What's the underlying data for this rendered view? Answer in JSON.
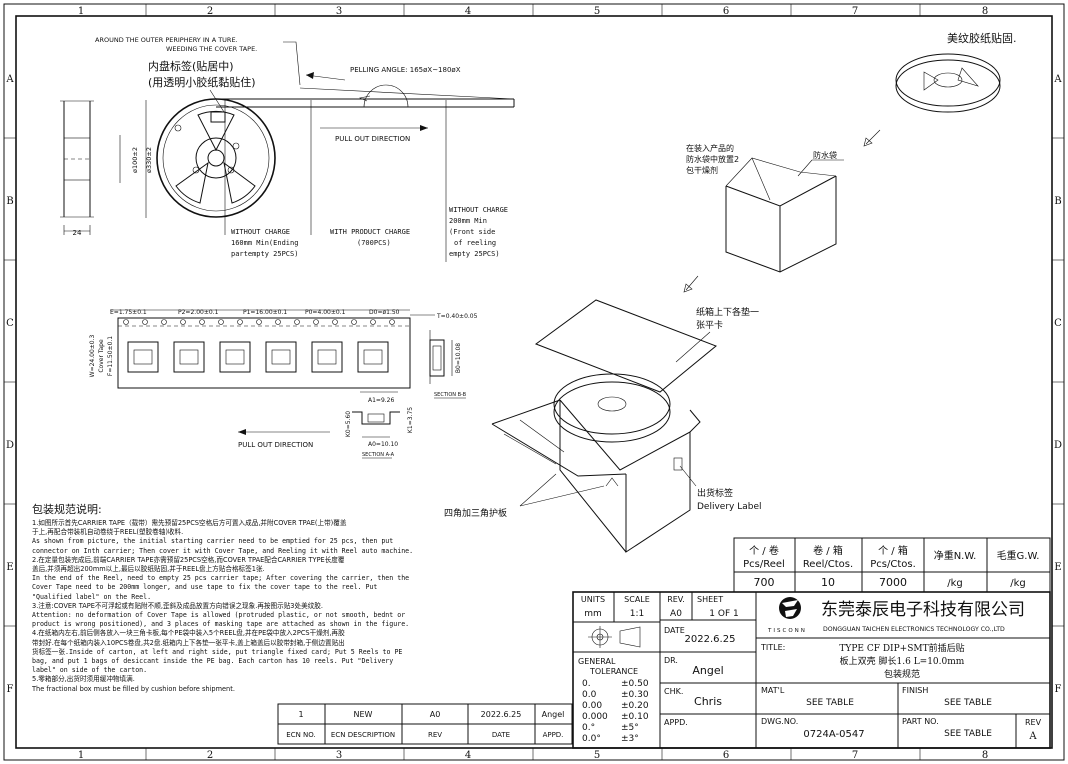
{
  "border": {
    "columns": [
      "1",
      "2",
      "3",
      "4",
      "5",
      "6",
      "7",
      "8"
    ],
    "rows": [
      "A",
      "B",
      "C",
      "D",
      "E",
      "F"
    ]
  },
  "reel_view": {
    "note_around": "AROUND  THE  OUTER  PERIPHERY  IN  A  TURE.",
    "note_weeding": "WEEDING  THE  COVER  TAPE.",
    "label_cn_1": "内盘标签(贴居中)",
    "label_cn_2": "(用透明小胶纸黏贴住)",
    "dim_100": "ø100±2",
    "dim_330": "ø330±2",
    "dim_24": "24",
    "pelling_angle": "PELLING ANGLE: 165øX~180øX",
    "pull_out": "PULL OUT DIRECTION",
    "seg1_title": "WITHOUT CHARGE",
    "seg1_l2": "160mm Min(Ending",
    "seg1_l3": "partempty 25PCS)",
    "seg2_title": "WITH PRODUCT CHARGE",
    "seg2_l2": "(700PCS)",
    "seg3_title": "WITHOUT CHARGE",
    "seg3_l2": "200mm Min",
    "seg3_l3": "(Front side",
    "seg3_l4": "of reeling",
    "seg3_l5": "empty 25PCS)"
  },
  "tape_view": {
    "e": "E=1.75±0.1",
    "p2": "P2=2.00±0.1",
    "p1": "P1=16.00±0.1",
    "p0": "P0=4.00±0.1",
    "d0": "D0=ø1.50",
    "t": "T=0.40±0.05",
    "w": "W=24.00±0.3",
    "cover_tape": "Cover Tape",
    "f": "F=11.50±0.1",
    "b0": "B0=10.08",
    "a1": "A1=9.26",
    "section_bb": "SECTION  B-B",
    "k0": "K0=5.60",
    "k1": "K1=3.75",
    "a0": "A0=10.10",
    "section_aa": "SECTION  A-A",
    "pull_out": "PULL  OUT  DIRECTION"
  },
  "packing_view": {
    "beautify_tape": "美纹胶纸贴固.",
    "desiccant_1": "在装入产品的",
    "desiccant_2": "防水袋中放置2",
    "desiccant_3": "包干燥剂",
    "waterproof_bag": "防水袋",
    "cardboard_1": "纸箱上下各垫一",
    "cardboard_2": "张平卡",
    "corner_guard": "四角加三角护板",
    "ship_label_cn": "出货标签",
    "ship_label_en": "Delivery Label"
  },
  "notes": {
    "title": "包装规范说明:",
    "lines": [
      "1.如图所示首先CARRIER TAPE（载带）需先预留25PCS空格后方可置入成品,并附COVER TPAE(上带)覆盖",
      "于上,再配合带装机自动卷绕于REEL(塑胶卷轴)收料.",
      "As shown from picture, the initial starting carrier need to be emptied for 25 pcs, then put",
      "connector on Inth carrier; Then cover it with Cover Tape, and Reeling it with Reel auto machine.",
      "2.在定量包装完成后,前端CARRIER TAPE亦需预留25PCS空格,而COVER TPAE配合CARRIER TYPE长度覆",
      "盖后,并须再超出200mm以上,最后以胶纸贴固,并于REEL盘上方贴合格标签1张.",
      "In the end of the Reel, need to empty 25 pcs carrier tape; After covering the carrier, then the",
      "Cover Tape need to be 200mm longer, and use tape to fix the cover tape to the reel. Put",
      "\"Qualified label\" on the Reel.",
      "3.注意:COVER TAPE不可浮起或有贴附不顺,歪斜及成品放置方向错误之现象.再按图示贴3处美纹胶.",
      "Attention: no deformation of Cover Tape is allowed (protruded plastic, or not smooth, bednt or",
      "product is wrong positioned), and 3 places of masking tape are attached as shown in the figure.",
      "4.在纸箱内左右,前后侧各放入一块三角卡板,每个PE袋中装入5个REEL盘,并在PE袋中放入2PCS干燥剂,再胶",
      "带封好.在每个纸箱内装入10PCS卷盘,共2盘.纸箱内上下各垫一张平卡,盖上箱盖后以胶带封箱,于侧边置贴出",
      "货标签一张.Inside of carton, at left and right side, put triangle fixed card; Put 5 Reels to PE",
      "bag, and put 1 bags of desiccant inside the PE bag. Each carton has 10 reels. Put \"Delivery",
      "label\" on side of the carton.",
      "5.零箱部分,出货时须用缓冲物填满.",
      "The fractional box must be filled by cushion before shipment."
    ]
  },
  "packing_table": {
    "headers": [
      {
        "cn": "个 / 卷",
        "en": "Pcs/Reel"
      },
      {
        "cn": "卷 / 箱",
        "en": "Reel/Ctos."
      },
      {
        "cn": "个 / 箱",
        "en": "Pcs/Ctos."
      },
      {
        "cn": "净重N.W.",
        "en": ""
      },
      {
        "cn": "毛重G.W.",
        "en": ""
      }
    ],
    "values": [
      "700",
      "10",
      "7000",
      "/kg",
      "/kg"
    ]
  },
  "revision": {
    "ecn_no": "1",
    "description": "NEW",
    "rev": "A0",
    "date": "2022.6.25",
    "approved": "Angel",
    "h_ecn": "ECN  NO.",
    "h_desc": "ECN  DESCRIPTION",
    "h_rev": "REV",
    "h_date": "DATE",
    "h_appd": "APPD."
  },
  "title_block": {
    "units_label": "UNITS",
    "units": "mm",
    "scale_label": "SCALE",
    "scale": "1:1",
    "rev_label": "REV.",
    "rev": "A0",
    "sheet_label": "SHEET",
    "sheet": "1 OF 1",
    "date_label": "DATE",
    "date": "2022.6.25",
    "dr_label": "DR.",
    "drawn_by": "Angel",
    "chk_label": "CHK.",
    "checked_by": "Chris",
    "appd_label": "APPD.",
    "tol_label_1": "GENERAL",
    "tol_label_2": "TOLERANCE",
    "tolerances": [
      {
        "fmt": "0.",
        "val": "±0.50"
      },
      {
        "fmt": "0.0",
        "val": "±0.30"
      },
      {
        "fmt": "0.00",
        "val": "±0.20"
      },
      {
        "fmt": "0.000",
        "val": "±0.10"
      },
      {
        "fmt": "0.°",
        "val": "±5°"
      },
      {
        "fmt": "0.0°",
        "val": "±3°"
      }
    ],
    "company_cn": "东莞泰辰电子科技有限公司",
    "company_en": "DONGGUAN TAICHEN ELECTRONICS TECHNOLOGY CO.,LTD",
    "logo_text": "TISCONN",
    "title_label": "TITLE:",
    "title_l1": "TYPE CF DIP+SMT前插后贴",
    "title_l2": "板上双壳 脚长1.6 L=10.0mm",
    "title_l3": "包装规范",
    "matl_label": "MAT'L",
    "matl": "SEE TABLE",
    "finish_label": "FINISH",
    "finish": "SEE TABLE",
    "dwg_label": "DWG.NO.",
    "dwg_no": "0724A-0547",
    "part_label": "PART NO.",
    "part_no": "SEE TABLE",
    "rev2_label": "REV",
    "rev2": "A"
  }
}
